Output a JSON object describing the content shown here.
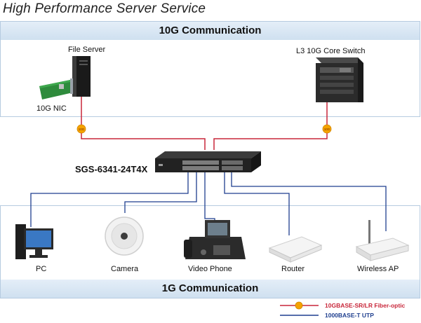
{
  "title": "High Performance Server Service",
  "zones": {
    "top_label": "10G Communication",
    "bottom_label": "1G Communication"
  },
  "devices": {
    "file_server": "File Server",
    "nic": "10G NIC",
    "core_switch": "L3 10G Core Switch",
    "switch": "SGS-6341-24T4X",
    "pc": "PC",
    "camera": "Camera",
    "video_phone": "Video Phone",
    "router": "Router",
    "wireless_ap": "Wireless AP"
  },
  "badges": {
    "fiber_badge": "10G"
  },
  "legend": {
    "fiber": "10GBASE-SR/LR Fiber-optic",
    "utp": "1000BASE-T UTP"
  },
  "colors": {
    "fiber": "#c8273a",
    "utp": "#1f3f8f",
    "badge": "#f5a300",
    "zone_header": "#cfe0f0"
  }
}
